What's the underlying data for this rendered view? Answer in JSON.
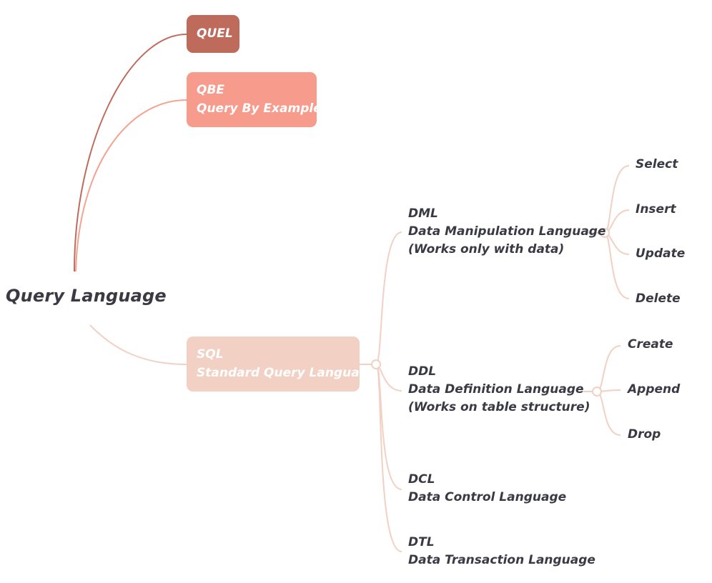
{
  "root": {
    "label": "Query Language"
  },
  "branches": {
    "quel": {
      "lines": [
        "QUEL"
      ]
    },
    "qbe": {
      "lines": [
        "QBE",
        "Query By Example"
      ]
    },
    "sql": {
      "lines": [
        "SQL",
        "Standard Query Language"
      ]
    }
  },
  "sql_children": {
    "dml": {
      "lines": [
        "DML",
        "Data Manipulation Language",
        "(Works only with data)"
      ],
      "children": [
        "Select",
        "Insert",
        "Update",
        "Delete"
      ]
    },
    "ddl": {
      "lines": [
        "DDL",
        "Data Definition Language",
        "(Works on table structure)"
      ],
      "children": [
        "Create",
        "Append",
        "Drop"
      ]
    },
    "dcl": {
      "lines": [
        "DCL",
        "Data Control Language"
      ]
    },
    "dtl": {
      "lines": [
        "DTL",
        "Data Transaction Language"
      ]
    }
  },
  "colors": {
    "quel": "#bf6b5c",
    "qbe": "#f79b8c",
    "sql": "#f2d0c3",
    "connector_quel": "#bf6b5c",
    "connector_qbe": "#f4a392",
    "connector_sql": "#f2d0c3",
    "text": "#3a3a44"
  }
}
